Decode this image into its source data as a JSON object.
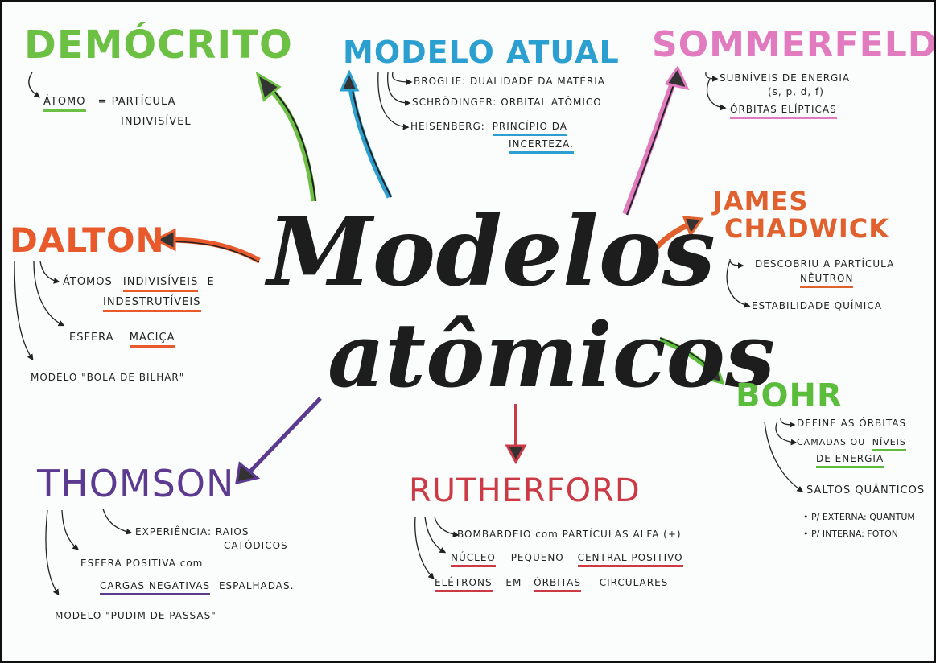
{
  "center": {
    "line1": "Modelos",
    "line2": "atômicos",
    "color": "#1d1d1d"
  },
  "nodes": {
    "democrito": {
      "title": "DEMÓCRITO",
      "color": "#6cc043",
      "notes": [
        {
          "parts": [
            {
              "text": "ÁTOMO",
              "underline": true
            },
            {
              "text": " = PARTÍCULA"
            }
          ]
        },
        {
          "parts": [
            {
              "text": "INDIVISÍVEL"
            }
          ]
        }
      ],
      "n1a": "ÁTOMO",
      "n1b": "= PARTÍCULA",
      "n2": "INDIVISÍVEL"
    },
    "modelo_atual": {
      "title": "MODELO ATUAL",
      "color": "#2a9fd0",
      "n1": "BROGLIE: DUALIDADE DA MATÉRIA",
      "n2": "SCHRÖDINGER: ORBITAL ATÔMICO",
      "n3a": "HEISENBERG:",
      "n3b": "PRINCÍPIO DA",
      "n3c": "INCERTEZA."
    },
    "sommerfeld": {
      "title": "SOMMERFELD",
      "color": "#e27ac0",
      "n1": "SUBNÍVEIS DE ENERGIA",
      "n1b": "(s, p, d, f)",
      "n2": "ÓRBITAS ELÍPTICAS"
    },
    "dalton": {
      "title": "DALTON",
      "color": "#e8592b",
      "n1a": "ÁTOMOS",
      "n1b": "INDIVISÍVEIS",
      "n1c": "E",
      "n1d": "INDESTRUTÍVEIS",
      "n2a": "ESFERA",
      "n2b": "MACIÇA",
      "n3": "MODELO \"BOLA DE BILHAR\""
    },
    "chadwick": {
      "title_line1": "JAMES",
      "title_line2": "CHADWICK",
      "color": "#e0612e",
      "n1": "DESCOBRIU A PARTÍCULA",
      "n1b": "NÊUTRON",
      "n2": "ESTABILIDADE QUÍMICA"
    },
    "bohr": {
      "title": "BOHR",
      "color": "#5cbd3c",
      "n1": "DEFINE AS ÓRBITAS",
      "n2a": "CAMADAS OU",
      "n2b": "NÍVEIS",
      "n2c": "DE ENERGIA",
      "n3": "SALTOS QUÂNTICOS",
      "n4": "• P/ EXTERNA: QUANTUM",
      "n5": "• P/ INTERNA: FÓTON"
    },
    "thomson": {
      "title": "THOMSON",
      "color": "#5b3a8f",
      "n1": "EXPERIÊNCIA: RAIOS",
      "n1b": "CATÓDICOS",
      "n2": "ESFERA POSITIVA com",
      "n2a": "CARGAS NEGATIVAS",
      "n2b": "ESPALHADAS.",
      "n3": "MODELO \"PUDIM DE PASSAS\""
    },
    "rutherford": {
      "title": "RUTHERFORD",
      "color": "#cc3a46",
      "n1": "BOMBARDEIO com PARTÍCULAS ALFA (+)",
      "n2a": "NÚCLEO",
      "n2b": "PEQUENO",
      "n2c": "CENTRAL POSITIVO",
      "n3a": "ELÉTRONS",
      "n3b": "EM",
      "n3c": "ÓRBITAS",
      "n3d": "CIRCULARES"
    }
  }
}
